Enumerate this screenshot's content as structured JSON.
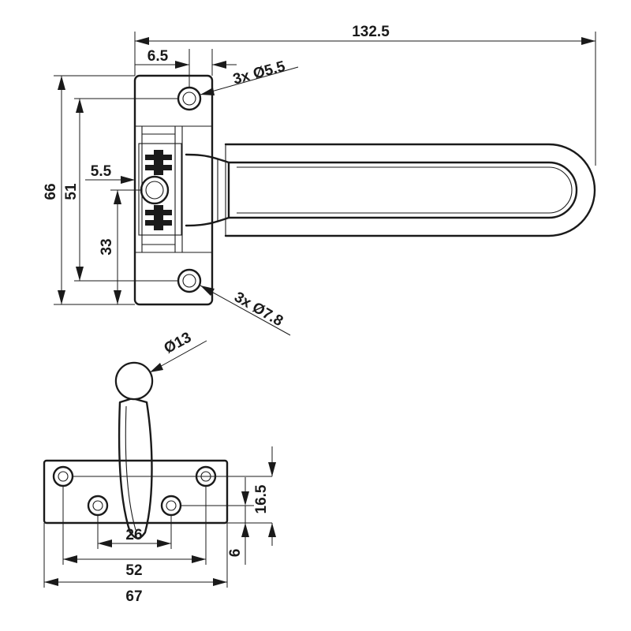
{
  "dimensions": {
    "overall_length": "132.5",
    "hole_offset": "6.5",
    "upper_holes": "3x Ø5.5",
    "overall_height": "66",
    "hole_spacing": "51",
    "center_offset": "5.5",
    "pin_height": "33",
    "lower_holes": "3x Ø7.8",
    "knob_diameter": "Ø13",
    "plate_height": "16.5",
    "edge_offset": "6",
    "inner_spacing": "26",
    "outer_spacing": "52",
    "plate_width": "67"
  }
}
